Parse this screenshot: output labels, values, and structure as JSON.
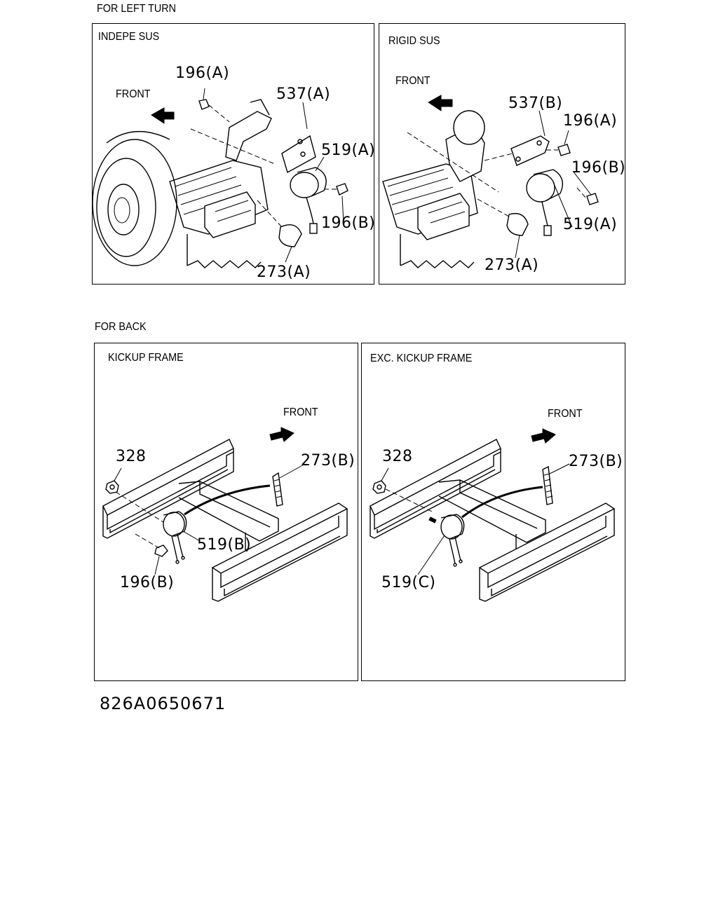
{
  "sections": {
    "left_turn": "FOR LEFT TURN",
    "back": "FOR BACK"
  },
  "panels": {
    "indepe": {
      "title": "INDEPE SUS",
      "front": "FRONT",
      "callouts": {
        "bolt_a": "196(A)",
        "bracket": "537(A)",
        "lamp": "519(A)",
        "bolt_b": "196(B)",
        "clip": "273(A)"
      }
    },
    "rigid": {
      "title": "RIGID SUS",
      "front": "FRONT",
      "callouts": {
        "bracket": "537(B)",
        "bolt_a": "196(A)",
        "bolt_b": "196(B)",
        "lamp": "519(A)",
        "clip": "273(A)"
      }
    },
    "kickup": {
      "title": "KICKUP FRAME",
      "front": "FRONT",
      "callouts": {
        "nut": "328",
        "tie": "273(B)",
        "lamp": "519(B)",
        "bolt": "196(B)"
      }
    },
    "exc_kickup": {
      "title": "EXC. KICKUP FRAME",
      "front": "FRONT",
      "callouts": {
        "nut": "328",
        "tie": "273(B)",
        "lamp": "519(C)"
      }
    }
  },
  "drawing_id": "826A0650671"
}
